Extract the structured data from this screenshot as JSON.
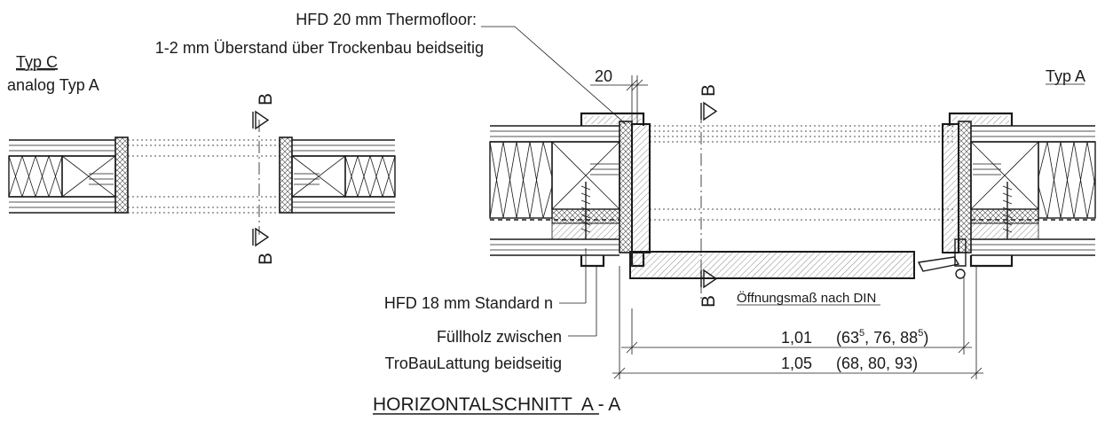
{
  "labels": {
    "typ_c": "Typ C",
    "typ_c_note": "analog Typ A",
    "typ_a": "Typ A",
    "thermofloor_line1": "HFD 20 mm Thermofloor:",
    "thermofloor_line2": "1-2 mm Überstand über Trockenbau beidseitig",
    "standard": "HFD 18 mm Standard n",
    "fuellholz_line1": "Füllholz zwischen",
    "fuellholz_line2": "TroBauLattung beidseitig",
    "oeffnung": "Öffnungsmaß nach DIN",
    "title": "HORIZONTALSCHNITT  A - A"
  },
  "section_marks": {
    "letter": "B"
  },
  "dimensions": {
    "d20": "20",
    "d101": "1,01",
    "d105": "1,05",
    "paren101": {
      "open": "(63",
      "s1": "5",
      "mid": ", 76, 88",
      "s2": "5",
      "close": ")"
    },
    "paren105": "(68, 80, 93)"
  },
  "colors": {
    "line": "#1a1a1a",
    "hatch": "#555555",
    "background": "#ffffff"
  }
}
